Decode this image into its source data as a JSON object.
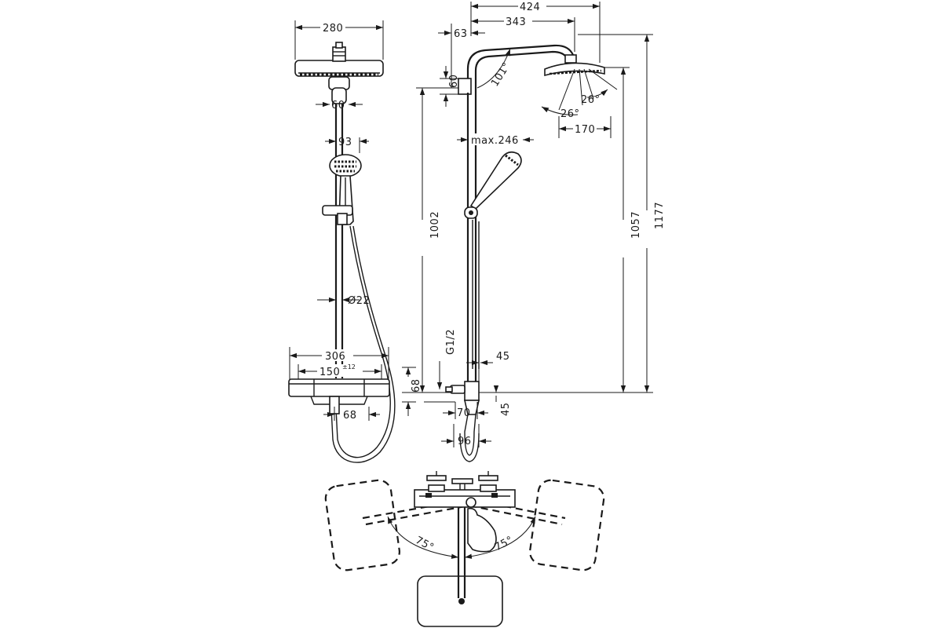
{
  "dimensions": {
    "d280": "280",
    "d60": "60",
    "d93": "93",
    "d22": "Ø22",
    "d306": "306",
    "d150": "150",
    "d150tol": "±12",
    "d68a": "68",
    "d424": "424",
    "d343": "343",
    "d63": "63",
    "d60b": "60",
    "d101": "101°",
    "d26a": "26°",
    "d26b": "26°",
    "d170": "170",
    "dmax246": "max.246",
    "d1002": "1002",
    "d1057": "1057",
    "d1177": "1177",
    "dG12": "G1/2",
    "d45a": "45",
    "d68b": "68",
    "d70": "70",
    "d45b": "45",
    "d96": "96",
    "d75a": "75°",
    "d75b": "75°"
  }
}
